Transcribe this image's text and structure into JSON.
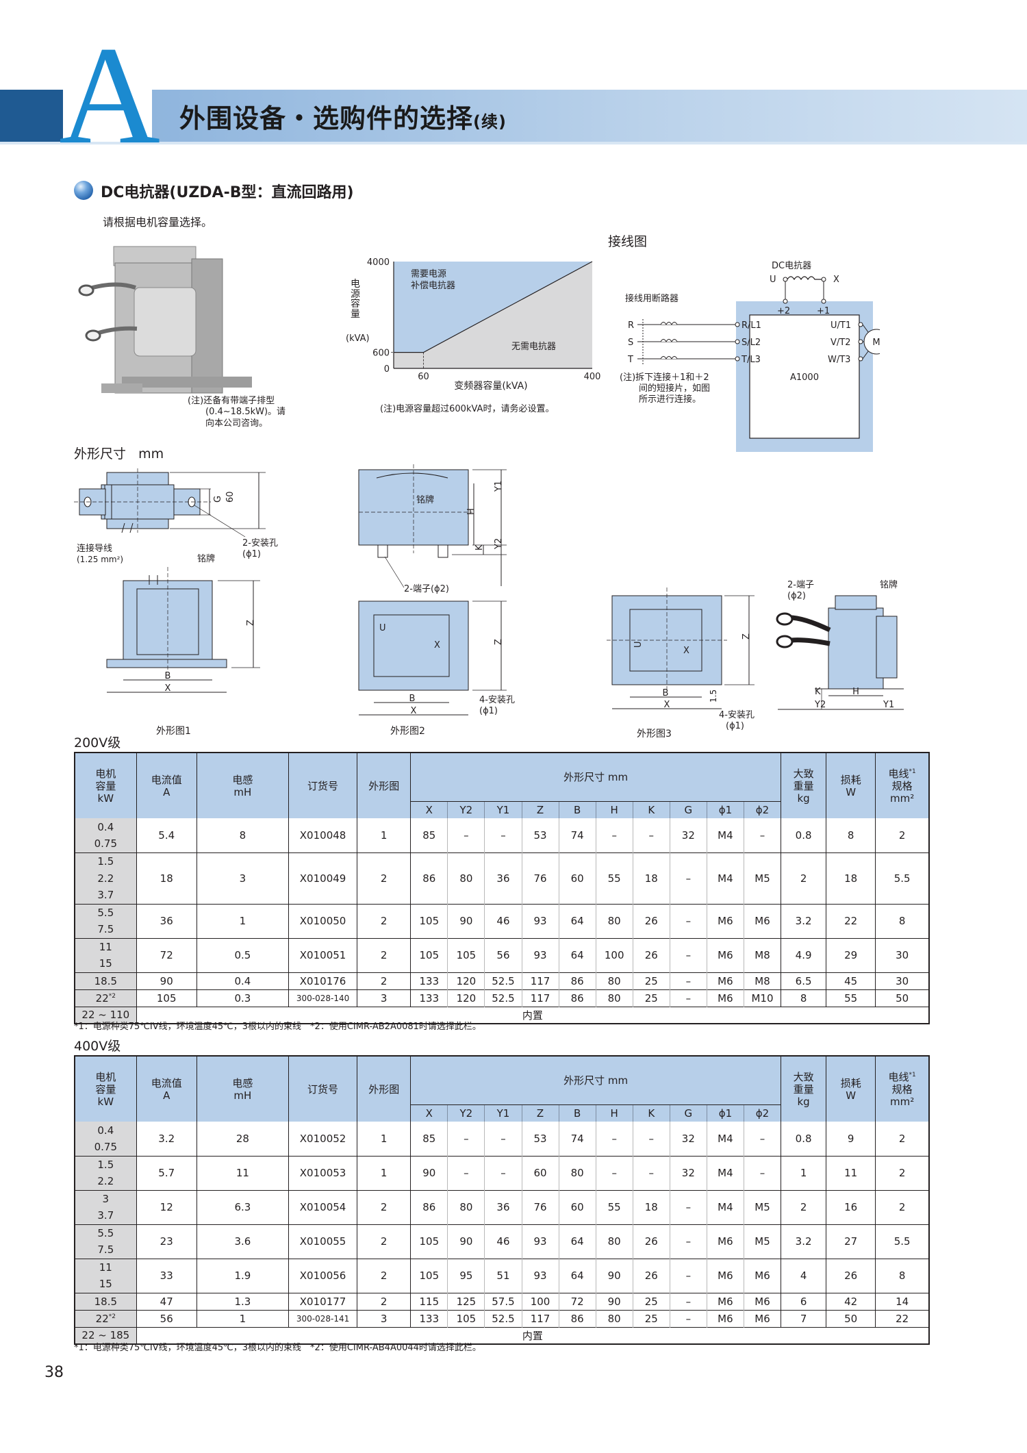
{
  "header": {
    "letter": "A",
    "title": "外围设备・选购件的选择",
    "title_suffix": "(续)",
    "colors": {
      "dark_blue": "#1f5a92",
      "band_light": "#b9d1ea",
      "letter_blue": "#1b8ad0",
      "table_header": "#b7cfe9",
      "kw_cell": "#d9d9da"
    }
  },
  "section": {
    "bullet_icon": "blue-sphere-bullet",
    "title": "DC电抗器(UZDA-B型：直流回路用)",
    "desc": "请根据电机容量选择。"
  },
  "photo": {
    "note_lines": [
      "(注)还备有带端子排型",
      "(0.4~18.5kW)。请",
      "向本公司咨询。"
    ]
  },
  "chart": {
    "ylabel": "电源容量",
    "yunit": "(kVA)",
    "xlabel": "变频器容量(kVA)",
    "region_need": [
      "需要电源",
      "补偿电抗器"
    ],
    "region_not_need": "无需电抗器",
    "note": "(注)电源容量超过600kVA时，请务必设置。"
  },
  "chart_data": {
    "type": "area",
    "title": "",
    "xlabel": "变频器容量(kVA)",
    "ylabel": "电源容量 (kVA)",
    "x_ticks": [
      "60",
      "400"
    ],
    "y_ticks": [
      "0",
      "600",
      "4000"
    ],
    "xlim": [
      0,
      400
    ],
    "ylim": [
      0,
      4000
    ],
    "boundary": {
      "x": [
        0,
        60,
        400
      ],
      "y": [
        600,
        600,
        4000
      ]
    },
    "regions": [
      "需要电源补偿电抗器",
      "无需电抗器"
    ]
  },
  "wiring": {
    "title": "接线图",
    "reactor_label": "DC电抗器",
    "breaker_label": "接线用断路器",
    "terminals_top": [
      "U",
      "X",
      "+2",
      "+1"
    ],
    "inputs": [
      "R",
      "S",
      "T"
    ],
    "input_terminals": [
      "R/L1",
      "S/L2",
      "T/L3"
    ],
    "output_terminals": [
      "U/T1",
      "V/T2",
      "W/T3"
    ],
    "motor": "M",
    "device": "A1000",
    "note_lines": [
      "(注)拆下连接＋1和＋2",
      "间的短接片，如图",
      "所示进行连接。"
    ]
  },
  "dims": {
    "title": "外形尺寸",
    "unit": "mm",
    "fig1": {
      "caption": "外形图1",
      "labels": {
        "g": "G",
        "g_val": "60",
        "mount": "2-安装孔",
        "mount_phi": "(ϕ1)",
        "lead": "连接导线",
        "lead_spec": "(1.25 mm²)",
        "nameplate": "铭牌",
        "z": "Z",
        "b": "B",
        "x": "X"
      }
    },
    "fig2": {
      "caption": "外形图2",
      "labels": {
        "nameplate": "铭牌",
        "h": "H",
        "y1": "Y1",
        "y2": "Y2",
        "k": "K",
        "terminal": "2-端子(ϕ2)",
        "u": "U",
        "x_term": "X",
        "z": "Z",
        "b": "B",
        "x": "X",
        "mount": "4-安装孔",
        "mount_phi": "(ϕ1)"
      }
    },
    "fig3": {
      "caption": "外形图3",
      "labels": {
        "u": "U",
        "x_term": "X",
        "z": "Z",
        "b": "B",
        "x": "X",
        "d15": "1.5",
        "mount": "4-安装孔",
        "mount_phi": "(ϕ1)",
        "terminal": "2-端子",
        "terminal_phi": "(ϕ2)",
        "nameplate": "铭牌",
        "k": "K",
        "h": "H",
        "y2": "Y2",
        "y1": "Y1"
      }
    }
  },
  "table_headers": {
    "kw": [
      "电机",
      "容量",
      "kW"
    ],
    "current": [
      "电流值",
      "A"
    ],
    "induct": [
      "电感",
      "mH"
    ],
    "order": "订货号",
    "fig": "外形图",
    "dim_group": "外形尺寸 mm",
    "dims": [
      "X",
      "Y2",
      "Y1",
      "Z",
      "B",
      "H",
      "K",
      "G",
      "ϕ1",
      "ϕ2"
    ],
    "weight": [
      "大致",
      "重量",
      "kg"
    ],
    "loss": [
      "损耗",
      "W"
    ],
    "wire": [
      "电线",
      "规格",
      "mm²"
    ],
    "wire_sup": "*1"
  },
  "t200": {
    "title": "200V级",
    "groups": [
      {
        "kw": [
          "0.4",
          "0.75"
        ],
        "cells": [
          "5.4",
          "8",
          "X010048",
          "1",
          "85",
          "–",
          "–",
          "53",
          "74",
          "–",
          "–",
          "32",
          "M4",
          "–",
          "0.8",
          "8",
          "2"
        ]
      },
      {
        "kw": [
          "1.5",
          "2.2",
          "3.7"
        ],
        "cells": [
          "18",
          "3",
          "X010049",
          "2",
          "86",
          "80",
          "36",
          "76",
          "60",
          "55",
          "18",
          "–",
          "M4",
          "M5",
          "2",
          "18",
          "5.5"
        ]
      },
      {
        "kw": [
          "5.5",
          "7.5"
        ],
        "cells": [
          "36",
          "1",
          "X010050",
          "2",
          "105",
          "90",
          "46",
          "93",
          "64",
          "80",
          "26",
          "–",
          "M6",
          "M6",
          "3.2",
          "22",
          "8"
        ]
      },
      {
        "kw": [
          "11",
          "15"
        ],
        "cells": [
          "72",
          "0.5",
          "X010051",
          "2",
          "105",
          "105",
          "56",
          "93",
          "64",
          "100",
          "26",
          "–",
          "M6",
          "M8",
          "4.9",
          "29",
          "30"
        ]
      },
      {
        "kw": [
          "18.5"
        ],
        "cells": [
          "90",
          "0.4",
          "X010176",
          "2",
          "133",
          "120",
          "52.5",
          "117",
          "86",
          "80",
          "25",
          "–",
          "M6",
          "M8",
          "6.5",
          "45",
          "30"
        ]
      },
      {
        "kw": [
          "22"
        ],
        "sup": "*2",
        "cells": [
          "105",
          "0.3",
          "300-028-140",
          "3",
          "133",
          "120",
          "52.5",
          "117",
          "86",
          "80",
          "25",
          "–",
          "M6",
          "M10",
          "8",
          "55",
          "50"
        ]
      }
    ],
    "last": {
      "kw": "22 ~ 110",
      "text": "内置"
    },
    "footnote": "*1：电源种类75℃IV线，环境温度45℃，3根以内的束线　*2：使用CIMR-AB2A0081时请选择此栏。"
  },
  "t400": {
    "title": "400V级",
    "groups": [
      {
        "kw": [
          "0.4",
          "0.75"
        ],
        "cells": [
          "3.2",
          "28",
          "X010052",
          "1",
          "85",
          "–",
          "–",
          "53",
          "74",
          "–",
          "–",
          "32",
          "M4",
          "–",
          "0.8",
          "9",
          "2"
        ]
      },
      {
        "kw": [
          "1.5",
          "2.2"
        ],
        "cells": [
          "5.7",
          "11",
          "X010053",
          "1",
          "90",
          "–",
          "–",
          "60",
          "80",
          "–",
          "–",
          "32",
          "M4",
          "–",
          "1",
          "11",
          "2"
        ]
      },
      {
        "kw": [
          "3",
          "3.7"
        ],
        "cells": [
          "12",
          "6.3",
          "X010054",
          "2",
          "86",
          "80",
          "36",
          "76",
          "60",
          "55",
          "18",
          "–",
          "M4",
          "M5",
          "2",
          "16",
          "2"
        ]
      },
      {
        "kw": [
          "5.5",
          "7.5"
        ],
        "cells": [
          "23",
          "3.6",
          "X010055",
          "2",
          "105",
          "90",
          "46",
          "93",
          "64",
          "80",
          "26",
          "–",
          "M6",
          "M5",
          "3.2",
          "27",
          "5.5"
        ]
      },
      {
        "kw": [
          "11",
          "15"
        ],
        "cells": [
          "33",
          "1.9",
          "X010056",
          "2",
          "105",
          "95",
          "51",
          "93",
          "64",
          "90",
          "26",
          "–",
          "M6",
          "M6",
          "4",
          "26",
          "8"
        ]
      },
      {
        "kw": [
          "18.5"
        ],
        "cells": [
          "47",
          "1.3",
          "X010177",
          "2",
          "115",
          "125",
          "57.5",
          "100",
          "72",
          "90",
          "25",
          "–",
          "M6",
          "M6",
          "6",
          "42",
          "14"
        ]
      },
      {
        "kw": [
          "22"
        ],
        "sup": "*2",
        "cells": [
          "56",
          "1",
          "300-028-141",
          "3",
          "133",
          "105",
          "52.5",
          "117",
          "86",
          "80",
          "25",
          "–",
          "M6",
          "M6",
          "7",
          "50",
          "22"
        ]
      }
    ],
    "last": {
      "kw": "22 ~ 185",
      "text": "内置"
    },
    "footnote": "*1：电源种类75℃IV线，环境温度45℃，3根以内的束线　*2：使用CIMR-AB4A0044时请选择此栏。"
  },
  "page_number": "38"
}
